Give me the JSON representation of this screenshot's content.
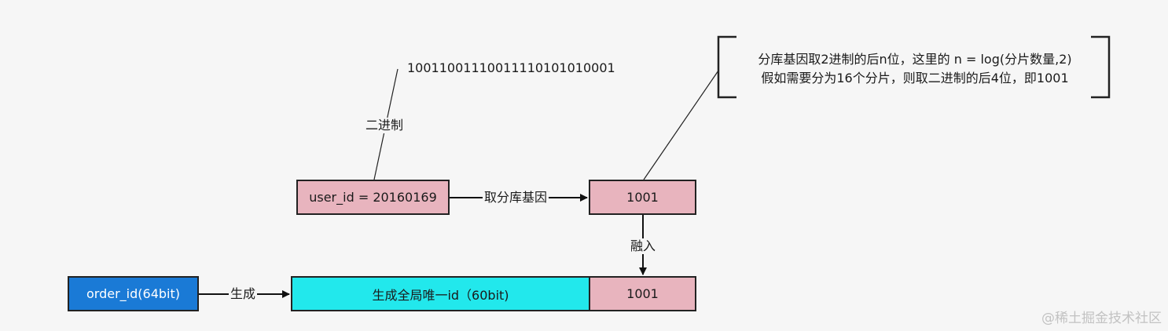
{
  "binary_value": "10011001110011110101010001",
  "binary_label": "二进制",
  "user_id_box": "user_id = 20160169",
  "take_gene_label": "取分库基因",
  "gene_box": "1001",
  "merge_label": "融入",
  "order_id_box": "order_id(64bit)",
  "generate_label": "生成",
  "global_id_box": "生成全局唯一id（60bit)",
  "gene_tail_box": "1001",
  "note": {
    "line1": "分库基因取2进制的后n位，这里的 n = log(分片数量,2)",
    "line2": "假如需要分为16个分片，则取二进制的后4位，即1001"
  },
  "watermark": "@稀土掘金技术社区",
  "colors": {
    "pink_box": "#e8b4be",
    "cyan_box": "#22e8ec",
    "blue_box": "#1a7ad6",
    "background": "#f6f6f6"
  }
}
